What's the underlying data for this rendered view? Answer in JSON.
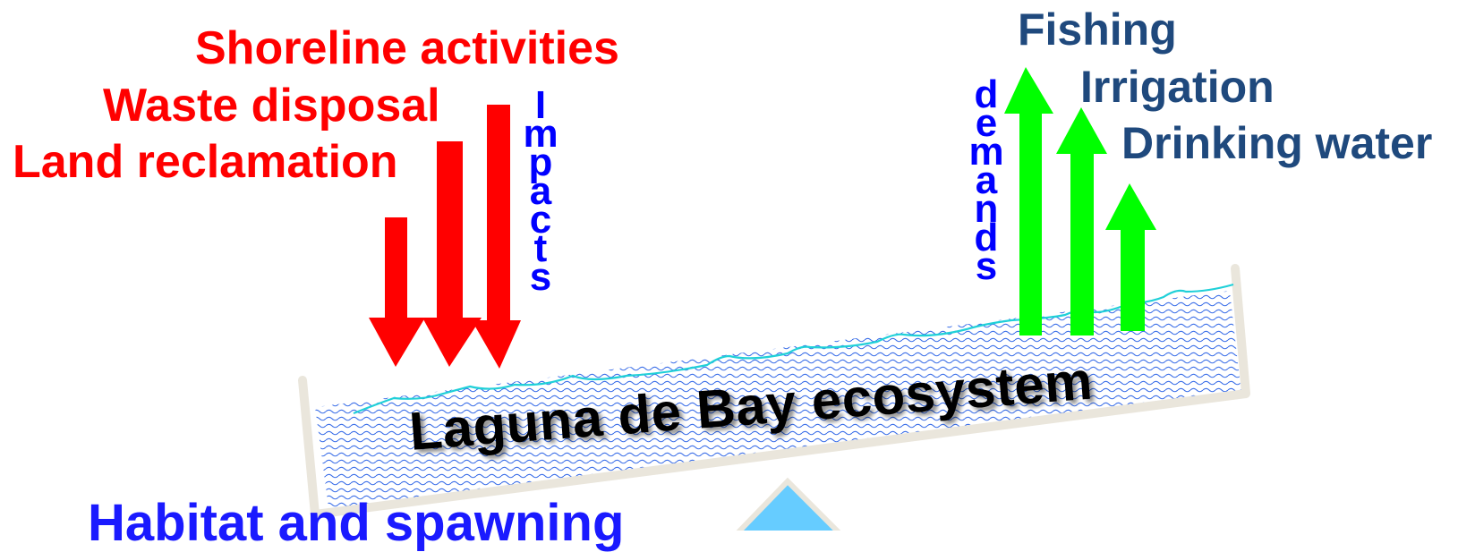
{
  "impacts": {
    "label": "Impacts",
    "items": [
      "Shoreline activities",
      "Waste disposal",
      "Land reclamation"
    ],
    "color": "#ff0000"
  },
  "demands": {
    "label": "demands",
    "items": [
      "Fishing",
      "Irrigation",
      "Drinking water"
    ],
    "color": "#00ff00",
    "text_color": "#1f497d"
  },
  "ecosystem": {
    "label": "Laguna de Bay ecosystem"
  },
  "bottom_text": "Habitat and spawning",
  "colors": {
    "impacts_letters": "#0000ff",
    "water_line": "#20d0d8",
    "water_pattern": "#3a6ee8",
    "fulcrum": "#66ccff",
    "beam_border": "#eae6dc"
  }
}
